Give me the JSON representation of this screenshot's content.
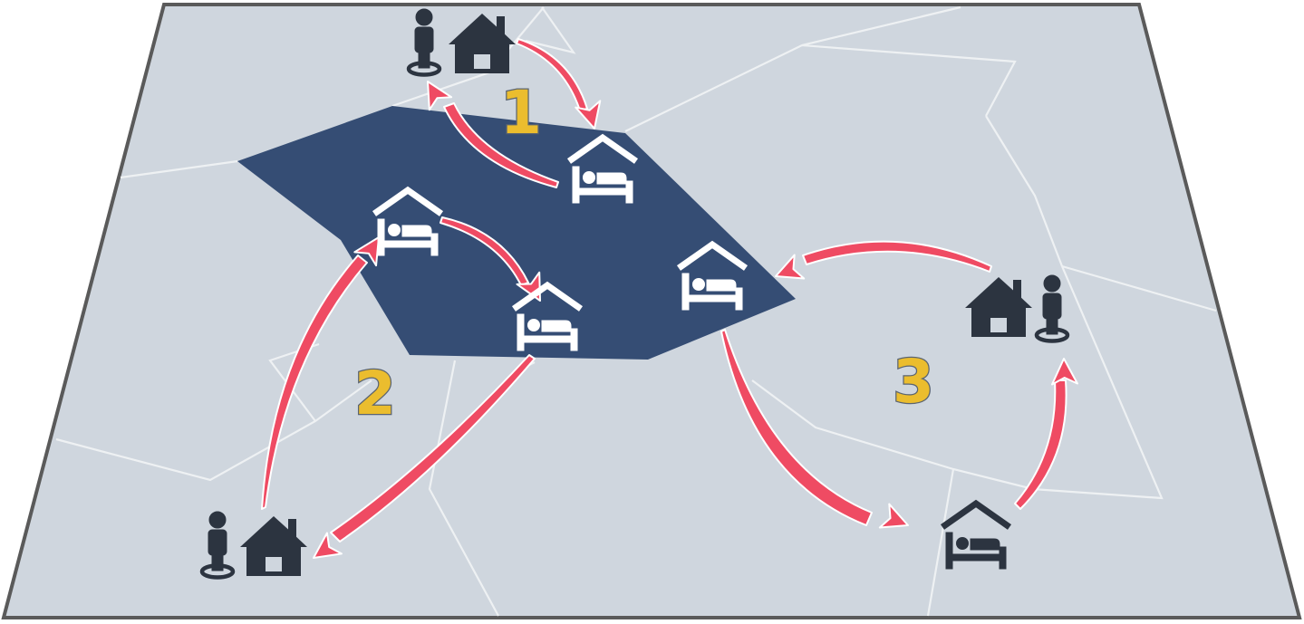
{
  "diagram": {
    "step_labels": [
      "1",
      "2",
      "3"
    ],
    "icons": {
      "person_pin": "person-pin-icon",
      "home": "home-icon",
      "lodging": "bed-shelter-icon"
    },
    "colors": {
      "background": "#ffffff",
      "map_fill": "#cfd6de",
      "map_border": "#5a5a5a",
      "street_lines": "#eef1f3",
      "region_fill": "#354d74",
      "arrow": "#ef4b63",
      "arrow_outline": "#ffffff",
      "step_label": "#ebbd2e",
      "icon_dark": "#2c3440",
      "icon_light": "#ffffff"
    }
  }
}
